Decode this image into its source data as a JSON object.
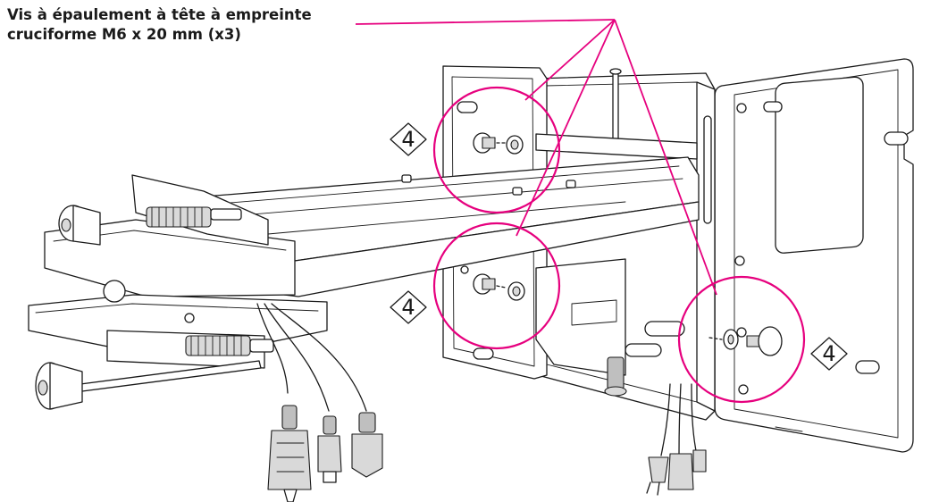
{
  "callout": {
    "line1": "Vis à épaulement à tête à empreinte",
    "line2": "cruciforme M6 x 20 mm (x3)"
  },
  "step_markers": [
    {
      "label": "4"
    },
    {
      "label": "4"
    },
    {
      "label": "4"
    }
  ],
  "colors": {
    "callout_line": "#e6007e",
    "outline": "#1a1a1a",
    "background": "#ffffff"
  }
}
